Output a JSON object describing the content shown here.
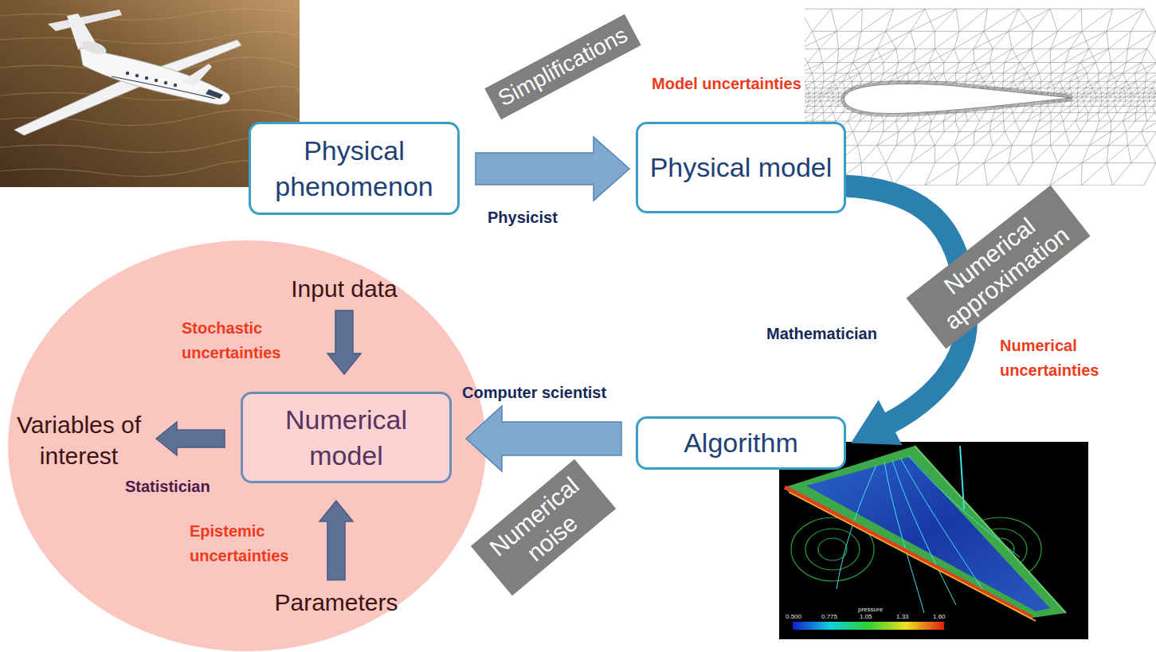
{
  "diagram": {
    "nodes": [
      {
        "text": [
          "Physical phenomenon"
        ]
      },
      {
        "text": [
          "Physical model"
        ]
      },
      {
        "text": [
          "Algorithm"
        ]
      },
      {
        "text": [
          "Input data"
        ]
      },
      {
        "text": [
          "Numerical model"
        ]
      },
      {
        "text": [
          "Variables of interest"
        ]
      },
      {
        "text": [
          "Parameters"
        ]
      }
    ],
    "edges": [
      {
        "from": 0,
        "to": 1,
        "arrow": "to",
        "label": "Physicist"
      },
      {
        "from": 1,
        "to": 2,
        "arrow": "to",
        "label": "Mathematician"
      },
      {
        "from": 2,
        "to": 4,
        "arrow": "to",
        "label": "Computer scientist"
      },
      {
        "from": 3,
        "to": 4,
        "arrow": "to",
        "label": "Stochastic uncertainties"
      },
      {
        "from": 6,
        "to": 4,
        "arrow": "to",
        "label": "Epistemic uncertainties"
      },
      {
        "from": 4,
        "to": 5,
        "arrow": "to",
        "label": "Statistician"
      }
    ],
    "labels": [
      "Simplifications",
      "Model uncertainties",
      "Numerical approximation",
      "Numerical uncertainties",
      "Numerical noise",
      "pressure",
      "0.500",
      "0.775",
      "1.05",
      "1.33",
      "1.60"
    ]
  }
}
